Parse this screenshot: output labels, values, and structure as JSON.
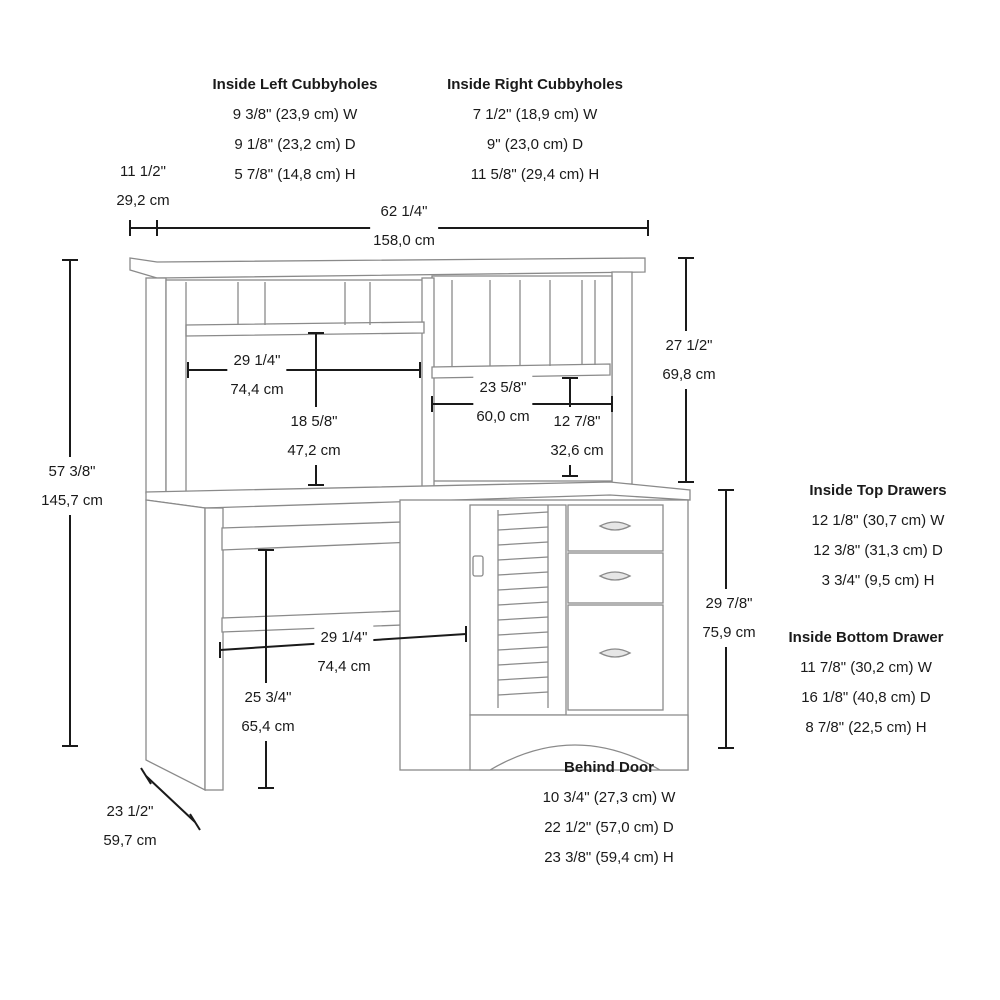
{
  "spec_blocks": {
    "inside_left_cubbyholes": {
      "title": "Inside Left Cubbyholes",
      "lines": [
        "9 3/8\" (23,9 cm) W",
        "9 1/8\" (23,2 cm) D",
        "5 7/8\" (14,8 cm) H"
      ]
    },
    "inside_right_cubbyholes": {
      "title": "Inside Right Cubbyholes",
      "lines": [
        "7 1/2\" (18,9 cm) W",
        "9\" (23,0 cm) D",
        "11 5/8\" (29,4 cm) H"
      ]
    },
    "inside_top_drawers": {
      "title": "Inside Top Drawers",
      "lines": [
        "12 1/8\" (30,7 cm) W",
        "12 3/8\" (31,3 cm) D",
        "3 3/4\" (9,5 cm) H"
      ]
    },
    "inside_bottom_drawer": {
      "title": "Inside Bottom Drawer",
      "lines": [
        "11 7/8\" (30,2 cm) W",
        "16 1/8\" (40,8 cm) D",
        "8 7/8\" (22,5 cm) H"
      ]
    },
    "behind_door": {
      "title": "Behind Door",
      "lines": [
        "10 3/4\" (27,3 cm) W",
        "22 1/2\" (57,0 cm) D",
        "23 3/8\" (59,4 cm) H"
      ]
    }
  },
  "dimensions": {
    "top_offset": {
      "imperial": "11 1/2\"",
      "metric": "29,2 cm"
    },
    "overall_width": {
      "imperial": "62 1/4\"",
      "metric": "158,0 cm"
    },
    "overall_height": {
      "imperial": "57 3/8\"",
      "metric": "145,7 cm"
    },
    "hutch_height": {
      "imperial": "27 1/2\"",
      "metric": "69,8 cm"
    },
    "desk_height": {
      "imperial": "29 7/8\"",
      "metric": "75,9 cm"
    },
    "hutch_left_width": {
      "imperial": "29 1/4\"",
      "metric": "74,4 cm"
    },
    "hutch_left_height": {
      "imperial": "18 5/8\"",
      "metric": "47,2 cm"
    },
    "hutch_right_width": {
      "imperial": "23 5/8\"",
      "metric": "60,0 cm"
    },
    "hutch_right_height": {
      "imperial": "12 7/8\"",
      "metric": "32,6 cm"
    },
    "knee_width": {
      "imperial": "29 1/4\"",
      "metric": "74,4 cm"
    },
    "knee_height": {
      "imperial": "25 3/4\"",
      "metric": "65,4 cm"
    },
    "depth": {
      "imperial": "23 1/2\"",
      "metric": "59,7 cm"
    }
  },
  "colors": {
    "line": "#1a1a1a",
    "furniture_stroke": "#8a8a8a",
    "furniture_fill": "#ffffff",
    "shade": "#e6e6e6"
  }
}
